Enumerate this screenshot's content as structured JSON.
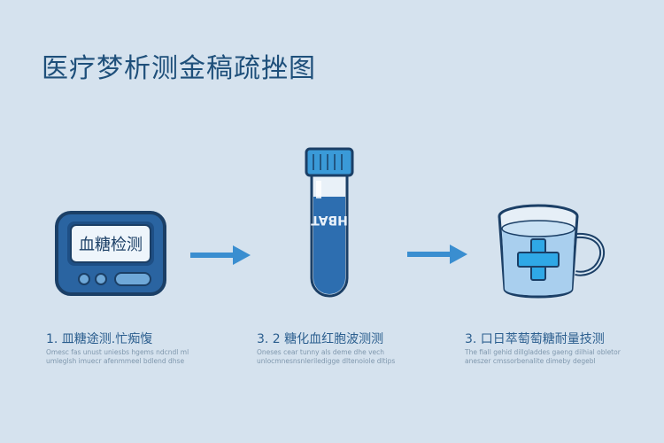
{
  "title": "医疗梦析测金稿疏挫图",
  "steps": [
    {
      "device_label": "血糖检测",
      "caption": "1. 皿糖途测.忙痴愎",
      "desc": "Omesc fas unust uniesbs hgems ndcndl ml umleglsh imuecr afenmmeel bdlend dhse"
    },
    {
      "tube_label": "HBAT",
      "caption": "3. 2 糖化血红胞波测测",
      "desc": "Oneses cear tunny als deme dhe vech unlocmnesnsnleriledigge dltenoiole dltips"
    },
    {
      "caption": "3. 口日萃萄萄糖耐量技测",
      "desc": "The fiall gehid dillgladdes gaeng dilhial obletor aneszer cmssorbenalite dimeby degebl"
    }
  ],
  "colors": {
    "background": "#d5e2ee",
    "title": "#1e4f7a",
    "accent": "#3a8ed0",
    "outline": "#1b3f66"
  },
  "icons": [
    "glucose-meter-icon",
    "arrow-right-icon",
    "test-tube-icon",
    "arrow-right-icon",
    "glass-cup-icon"
  ]
}
